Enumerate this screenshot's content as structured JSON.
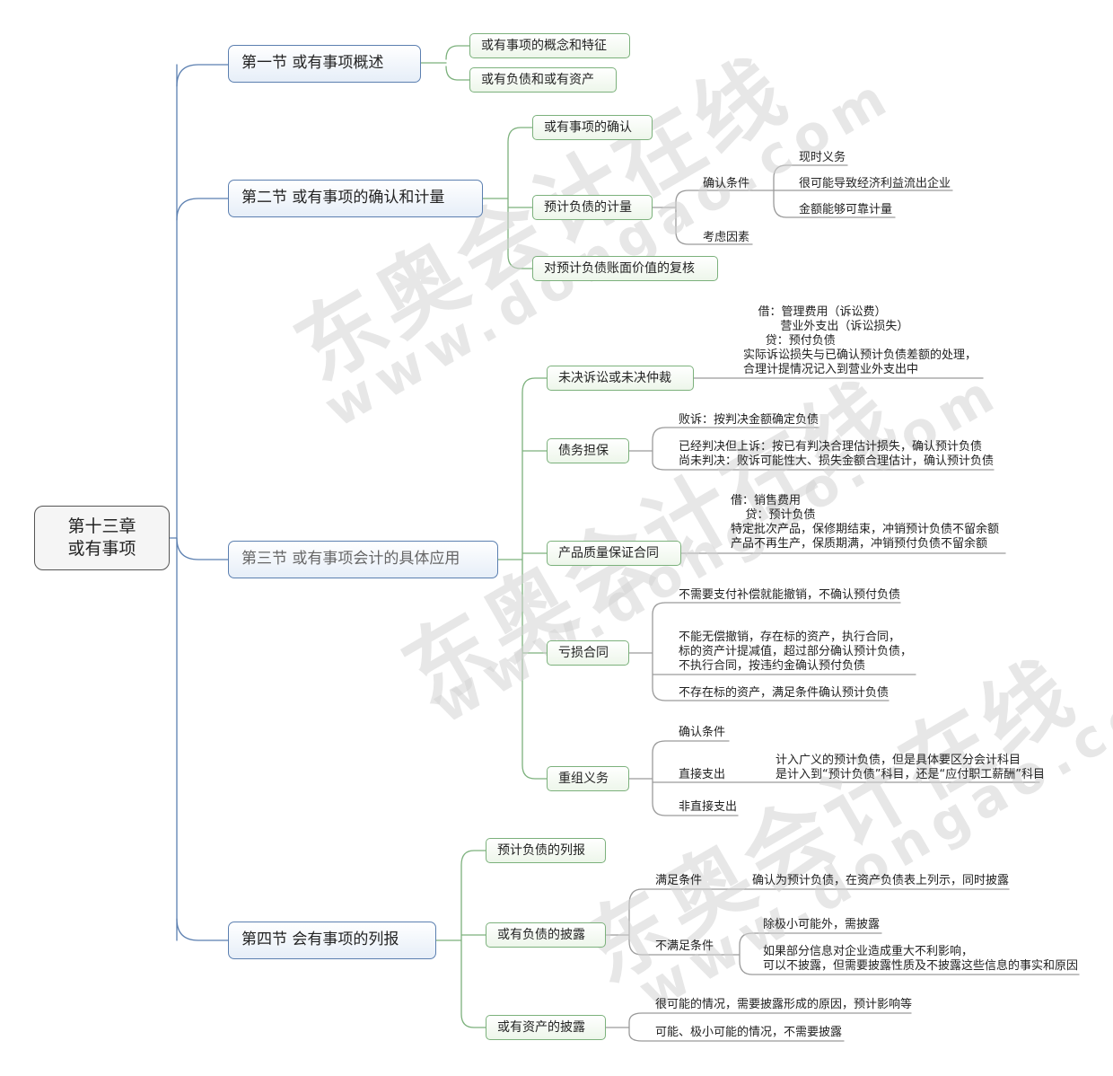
{
  "watermark": {
    "brand": "东奥会计在线",
    "url": "www.dongao.com"
  },
  "colors": {
    "root_border": "#555555",
    "section_border": "#5b7fb0",
    "topic_border": "#7cb17c",
    "link_blue": "#5b7fb0",
    "link_green": "#7cb17c",
    "link_gray": "#9a9a9a"
  },
  "root": {
    "line1": "第十三章",
    "line2": "或有事项"
  },
  "sections": [
    {
      "title": "第一节 或有事项概述",
      "children": [
        {
          "label": "或有事项的概念和特征"
        },
        {
          "label": "或有负债和或有资产"
        }
      ]
    },
    {
      "title": "第二节 或有事项的确认和计量",
      "children": [
        {
          "label": "或有事项的确认"
        },
        {
          "label": "预计负债的计量",
          "details": {
            "recognition_label": "确认条件",
            "recognition_items": [
              "现时义务",
              "很可能导致经济利益流出企业",
              "金额能够可靠计量"
            ],
            "consider_label": "考虑因素"
          }
        },
        {
          "label": "对预计负债账面价值的复核"
        }
      ]
    },
    {
      "title": "第三节 或有事项会计的具体应用",
      "children": [
        {
          "label": "未决诉讼或未决仲裁",
          "note": "    借：管理费用（诉讼费）\n          营业外支出（诉讼损失）\n      贷：预付负债\n实际诉讼损失与已确认预计负债差额的处理，\n合理计提情况记入到营业外支出中"
        },
        {
          "label": "债务担保",
          "items": [
            "败诉：按判决金额确定负债",
            "已经判决但上诉：按已有判决合理估计损失，确认预计负债\n尚未判决：败诉可能性大、损失金额合理估计，确认预计负债"
          ]
        },
        {
          "label": "产品质量保证合同",
          "note": "借：销售费用\n    贷：预计负债\n特定批次产品，保修期结束，冲销预计负债不留余额\n产品不再生产，保质期满，冲销预付负债不留余额"
        },
        {
          "label": "亏损合同",
          "items": [
            "不需要支付补偿就能撤销，不确认预付负债",
            "不能无偿撤销，存在标的资产，执行合同，\n标的资产计提减值，超过部分确认预计负债，\n不执行合同，按违约金确认预付负债",
            "不存在标的资产，满足条件确认预计负债"
          ]
        },
        {
          "label": "重组义务",
          "items": [
            "确认条件",
            "直接支出",
            "非直接支出"
          ],
          "direct_note": "计入广义的预计负债，但是具体要区分会计科目\n是计入到“预计负债”科目，还是“应付职工薪酬”科目"
        }
      ]
    },
    {
      "title": "第四节 会有事项的列报",
      "children": [
        {
          "label": "预计负债的列报"
        },
        {
          "label": "或有负债的披露",
          "satisfied_label": "满足条件",
          "satisfied_note": "确认为预计负债，在资产负债表上列示，同时披露",
          "unsatisfied_label": "不满足条件",
          "unsatisfied_items": [
            "除极小可能外，需披露",
            "如果部分信息对企业造成重大不利影响，\n可以不披露，但需要披露性质及不披露这些信息的事实和原因"
          ]
        },
        {
          "label": "或有资产的披露",
          "items": [
            "很可能的情况，需要披露形成的原因，预计影响等",
            "可能、极小可能的情况，不需要披露"
          ]
        }
      ]
    }
  ]
}
